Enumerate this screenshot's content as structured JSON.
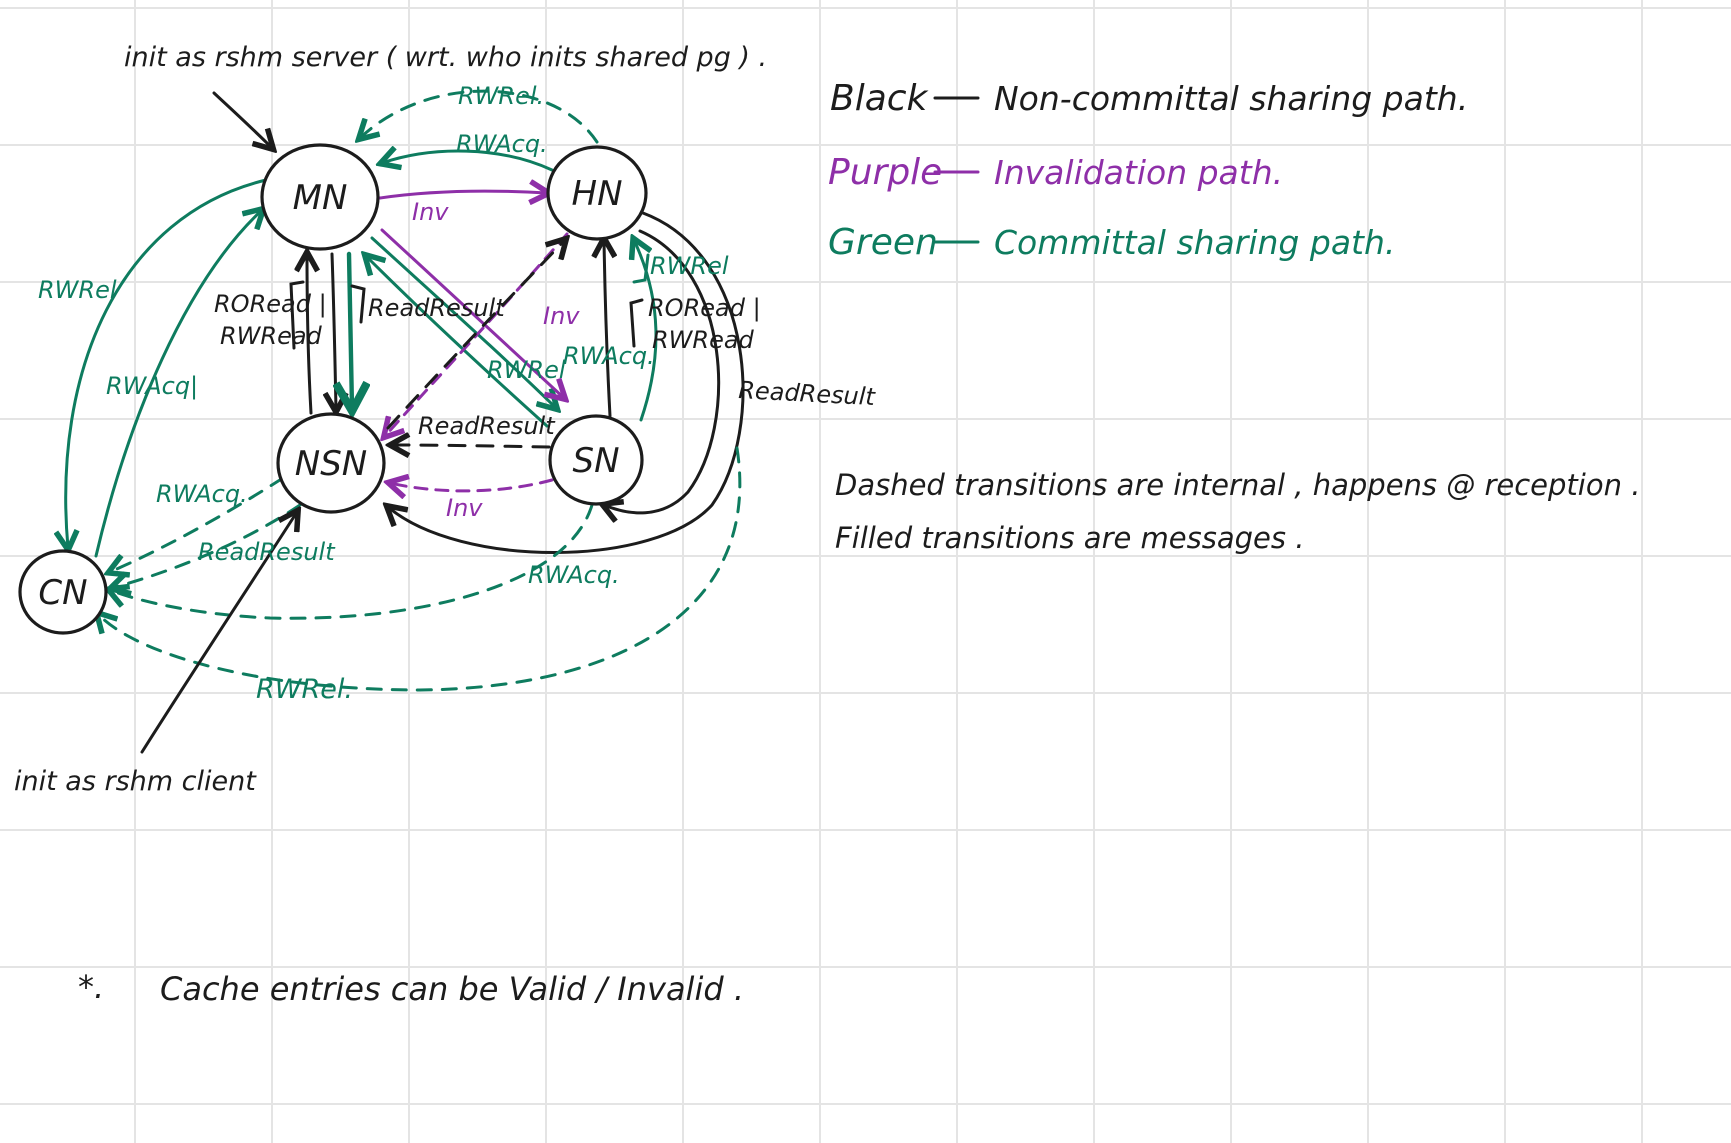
{
  "colors": {
    "black": "#1c1c1c",
    "purple": "#8e2fa8",
    "green": "#0e7c5f",
    "grid": "#e4e4e4"
  },
  "nodes": {
    "mn": "MN",
    "hn": "HN",
    "nsn": "NSN",
    "sn": "SN",
    "cn": "CN"
  },
  "annotations": {
    "init_server": "init as rshm server ( wrt. who inits shared pg ) .",
    "init_client": "init as rshm client"
  },
  "edge_labels": {
    "top_rwrel": "RWRel.",
    "top_rwacq": "RWAcq.",
    "mn_hn_inv": "Inv",
    "left_roread": "RORead |",
    "left_rwread": "RWRead",
    "mn_nsn_readresult": "ReadResult",
    "diag_inv": "Inv",
    "diag_rwrel": "RWRel",
    "diag_rwacq": "RWAcq.",
    "sn_hn_rwrel": "RWRel",
    "right_roread": "RORead |",
    "right_rwread": "RWRead",
    "right_readresult": "ReadResult",
    "sn_nsn_readresult": "ReadResult",
    "sn_nsn_inv": "Inv",
    "cn_rwrel": "RWRel",
    "cn_rwacq": "RWAcq|",
    "cn_rwacq_dashed": "RWAcq.",
    "cn_readresult": "ReadResult",
    "bottom_rwacq": "RWAcq.",
    "bottom_rwrel": "RWRel."
  },
  "legend": {
    "items": [
      {
        "name": "Black",
        "desc": "Non-committal sharing path.",
        "color": "#1c1c1c"
      },
      {
        "name": "Purple",
        "desc": "Invalidation path.",
        "color": "#8e2fa8"
      },
      {
        "name": "Green",
        "desc": "Committal sharing path.",
        "color": "#0e7c5f"
      }
    ]
  },
  "notes": {
    "dashed": "Dashed transitions are internal , happens @ reception .",
    "filled": "Filled transitions are messages ."
  },
  "footnote": {
    "marker": "*.",
    "text": "Cache entries can be Valid / Invalid ."
  }
}
